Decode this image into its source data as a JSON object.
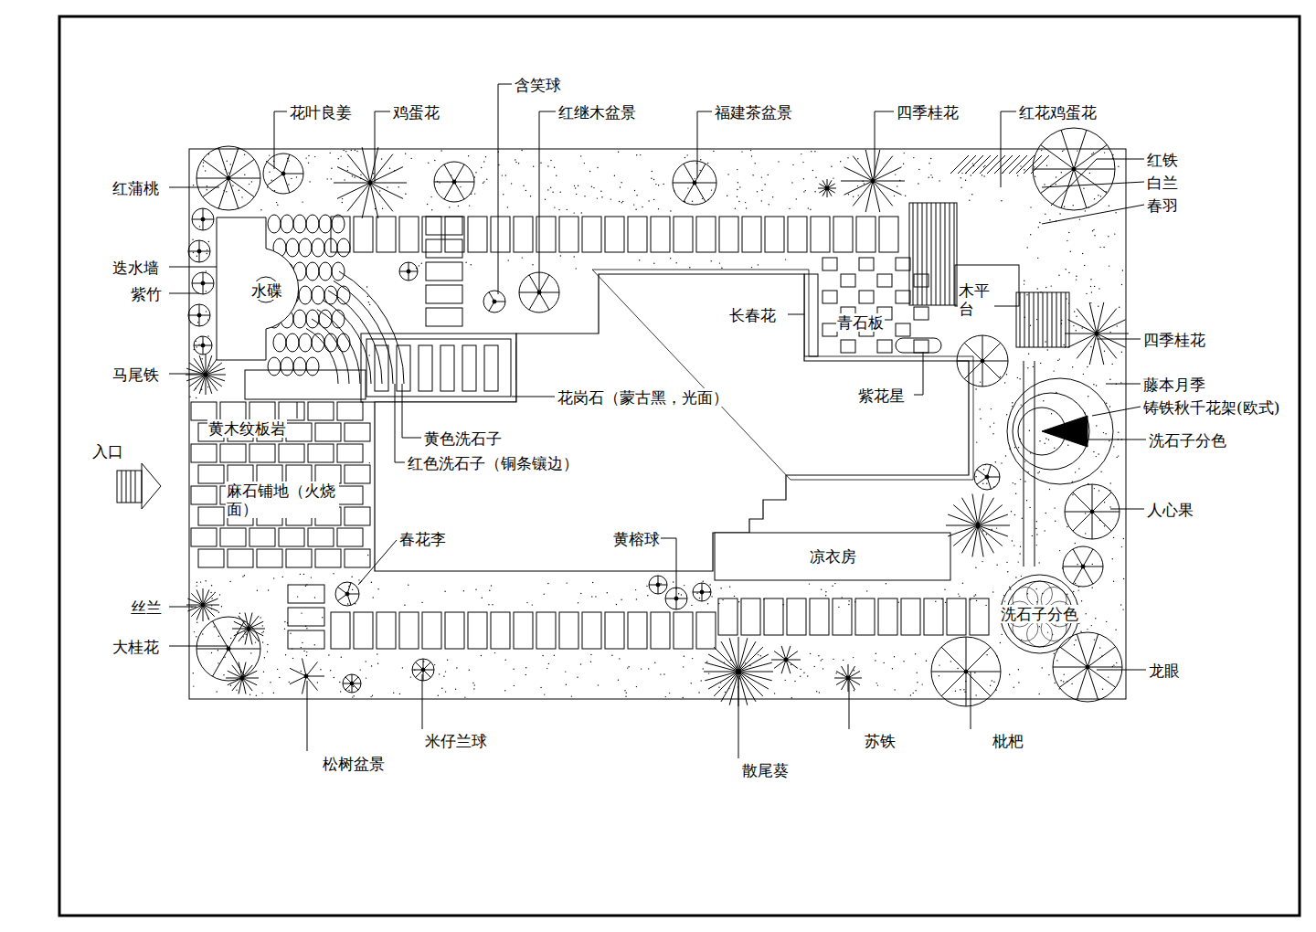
{
  "diagram": {
    "nodes": [
      {
        "text": [
          "水碟"
        ]
      },
      {
        "text": [
          "凉衣房"
        ]
      },
      {
        "text": [
          "洗石子分色"
        ]
      }
    ],
    "labels": [
      "含笑球",
      "花叶良姜",
      "鸡蛋花",
      "红继木盆景",
      "福建茶盆景",
      "四季桂花",
      "红花鸡蛋花",
      "红铁",
      "白兰",
      "春羽",
      "红蒲桃",
      "迭水墙",
      "紫竹",
      "马尾铁",
      "长春花",
      "青石板",
      "木平台",
      "四季桂花",
      "藤本月季",
      "铸铁秋千花架(欧式)",
      "洗石子分色",
      "紫花星",
      "花岗石（蒙古黑，光面）",
      "黄木纹板岩",
      "入口",
      "麻石铺地（火烧面）",
      "黄色洗石子",
      "红色洗石子（铜条镶边）",
      "人心果",
      "春花李",
      "黄榕球",
      "丝兰",
      "大桂花",
      "龙眼",
      "松树盆景",
      "米仔兰球",
      "散尾葵",
      "苏铁",
      "枇杷"
    ]
  }
}
